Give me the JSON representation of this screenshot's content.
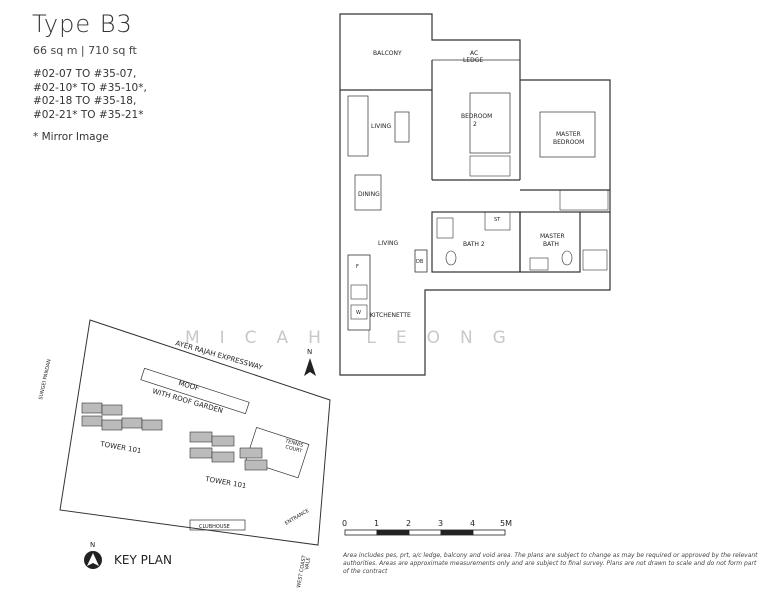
{
  "header": {
    "title": "Type B3",
    "area": "66 sq m  |  710 sq ft",
    "units": [
      "#02-07  TO #35-07,",
      "#02-10* TO #35-10*,",
      "#02-18  TO #35-18,",
      "#02-21* TO #35-21*"
    ],
    "mirror_note": "* Mirror Image"
  },
  "floorplan": {
    "rooms": {
      "balcony": "BALCONY",
      "ac_ledge_1": "AC",
      "ac_ledge_2": "LEDGE",
      "living_top": "LIVING",
      "bedroom2_1": "BEDROOM",
      "bedroom2_2": "2",
      "master_bedroom_1": "MASTER",
      "master_bedroom_2": "BEDROOM",
      "dining": "DINING",
      "living": "LIVING",
      "bath2": "BATH 2",
      "st": "ST",
      "master_bath_1": "MASTER",
      "master_bath_2": "BATH",
      "db": "DB",
      "fridge": "F",
      "washer": "W",
      "kitchenette": "KITCHENETTE"
    }
  },
  "keyplan": {
    "expressway": "AYER RAJAH EXPRESSWAY",
    "road_left": "SUNGEI PANDAN",
    "moof_1": "MOOF",
    "moof_2": "WITH ROOF GARDEN",
    "tower_a": "TOWER 101",
    "tower_b": "TOWER 101",
    "tennis_1": "TENNIS",
    "tennis_2": "COURT",
    "clubhouse": "CLUBHOUSE",
    "entrance": "ENTRANCE",
    "west_coast_vale_1": "WEST COAST",
    "west_coast_vale_2": "VALE",
    "north": "N",
    "label": "KEY PLAN"
  },
  "scale": {
    "labels": [
      "0",
      "1",
      "2",
      "3",
      "4",
      "5M"
    ]
  },
  "watermark": "MICAH LEONG",
  "disclaimer": "Area includes pes, prt, a/c ledge, balcony and void area. The plans are subject to change as may be required or approved by the relevant authorities. Areas are approximate measurements only and are subject to final survey. Plans are not drawn to scale and do not form part of the contract"
}
